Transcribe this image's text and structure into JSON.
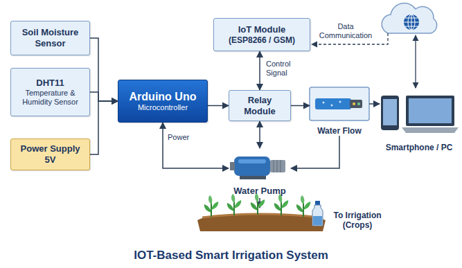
{
  "diagram": {
    "title": "IOT-Based Smart Irrigation System",
    "nodes": [
      {
        "text": [
          "Soil Moisture Sensor"
        ]
      },
      {
        "text": [
          "DHT11",
          "Temperature & Humidity Sensor"
        ]
      },
      {
        "text": [
          "Power Supply 5V"
        ]
      },
      {
        "text": [
          "IoT Module",
          "(ESP8266 / GSM)"
        ]
      },
      {
        "text": [
          "Arduino Uno",
          "Microcontroller"
        ]
      },
      {
        "text": [
          "Relay Module"
        ]
      },
      {
        "text": [
          "Water Flow"
        ]
      },
      {
        "text": [
          "Smartphone / PC"
        ]
      },
      {
        "text": [
          "Water Pump"
        ]
      }
    ],
    "edges": [
      {
        "from": 0,
        "to": 4,
        "arrow": "to"
      },
      {
        "from": 1,
        "to": 4,
        "arrow": "to"
      },
      {
        "from": 2,
        "to": 4,
        "arrow": "to"
      },
      {
        "from": 4,
        "to": 5,
        "arrow": "to"
      },
      {
        "from": 3,
        "to": 5,
        "label": "Control Signal",
        "arrow": "both"
      },
      {
        "from": 5,
        "to": 6,
        "arrow": "to"
      },
      {
        "from": 6,
        "to": 7,
        "arrow": "to"
      },
      {
        "from": 5,
        "to": 8,
        "arrow": "both"
      },
      {
        "from": 4,
        "to": 8,
        "label": "Power",
        "arrow": "both"
      },
      {
        "from": 6,
        "to": 8,
        "arrow": "to"
      }
    ],
    "labels": [
      "Data Communication",
      "To Irrigation (Crops)"
    ]
  }
}
